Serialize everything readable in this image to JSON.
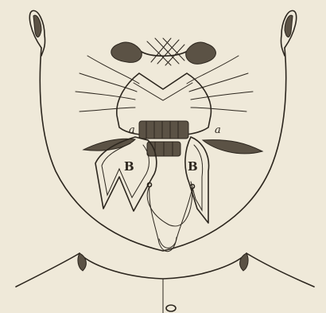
{
  "labels": {
    "flap_left": "B",
    "flap_right": "B",
    "point_left": "a",
    "point_right": "a"
  },
  "colors": {
    "paper": "#efe9d9",
    "ink": "#2c261e"
  }
}
